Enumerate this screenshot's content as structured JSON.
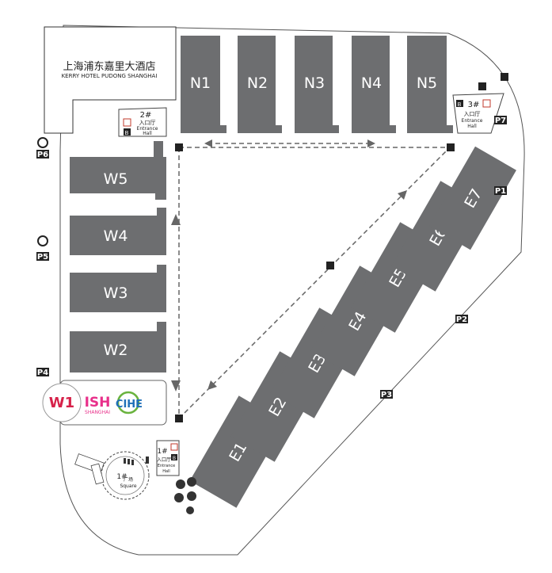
{
  "hotel": {
    "name_cn": "上海浦东嘉里大酒店",
    "name_en": "KERRY HOTEL PUDONG SHANGHAI"
  },
  "halls": {
    "n1": "N1",
    "n2": "N2",
    "n3": "N3",
    "n4": "N4",
    "n5": "N5",
    "w2": "W2",
    "w3": "W3",
    "w4": "W4",
    "w5": "W5",
    "e1": "E1",
    "e2": "E2",
    "e3": "E3",
    "e4": "E4",
    "e5": "E5",
    "e6": "E6",
    "e7": "E7",
    "w1": "W1"
  },
  "logos": {
    "ish": "ISH",
    "ish_sub": "SHANGHAI",
    "cihe": "CIHE"
  },
  "entrances": {
    "e1": {
      "num": "1#",
      "cn": "入口厅",
      "en1": "Entrance",
      "en2": "Hall",
      "square_cn": "广场",
      "square_en": "Square"
    },
    "e2": {
      "num": "2#",
      "cn": "入口厅",
      "en1": "Entrance",
      "en2": "Hall"
    },
    "e3": {
      "num": "3#",
      "cn": "入口厅",
      "en1": "Entrance",
      "en2": "Hall"
    }
  },
  "parking": {
    "p1": "P1",
    "p2": "P2",
    "p3": "P3",
    "p4": "P4",
    "p5": "P5",
    "p6": "P6",
    "p7": "P7"
  },
  "icon_letters": {
    "b": "B"
  },
  "colors": {
    "hall": "#6d6e70",
    "hall_dark": "#4e4f51",
    "outline": "#555555",
    "w1_red": "#d6224a",
    "ish_pink": "#e8308a",
    "ish_yellow": "#f2b600",
    "cihe_green": "#6ab33e",
    "cihe_blue": "#1f6fb8",
    "entrance_red": "#c0392b"
  }
}
